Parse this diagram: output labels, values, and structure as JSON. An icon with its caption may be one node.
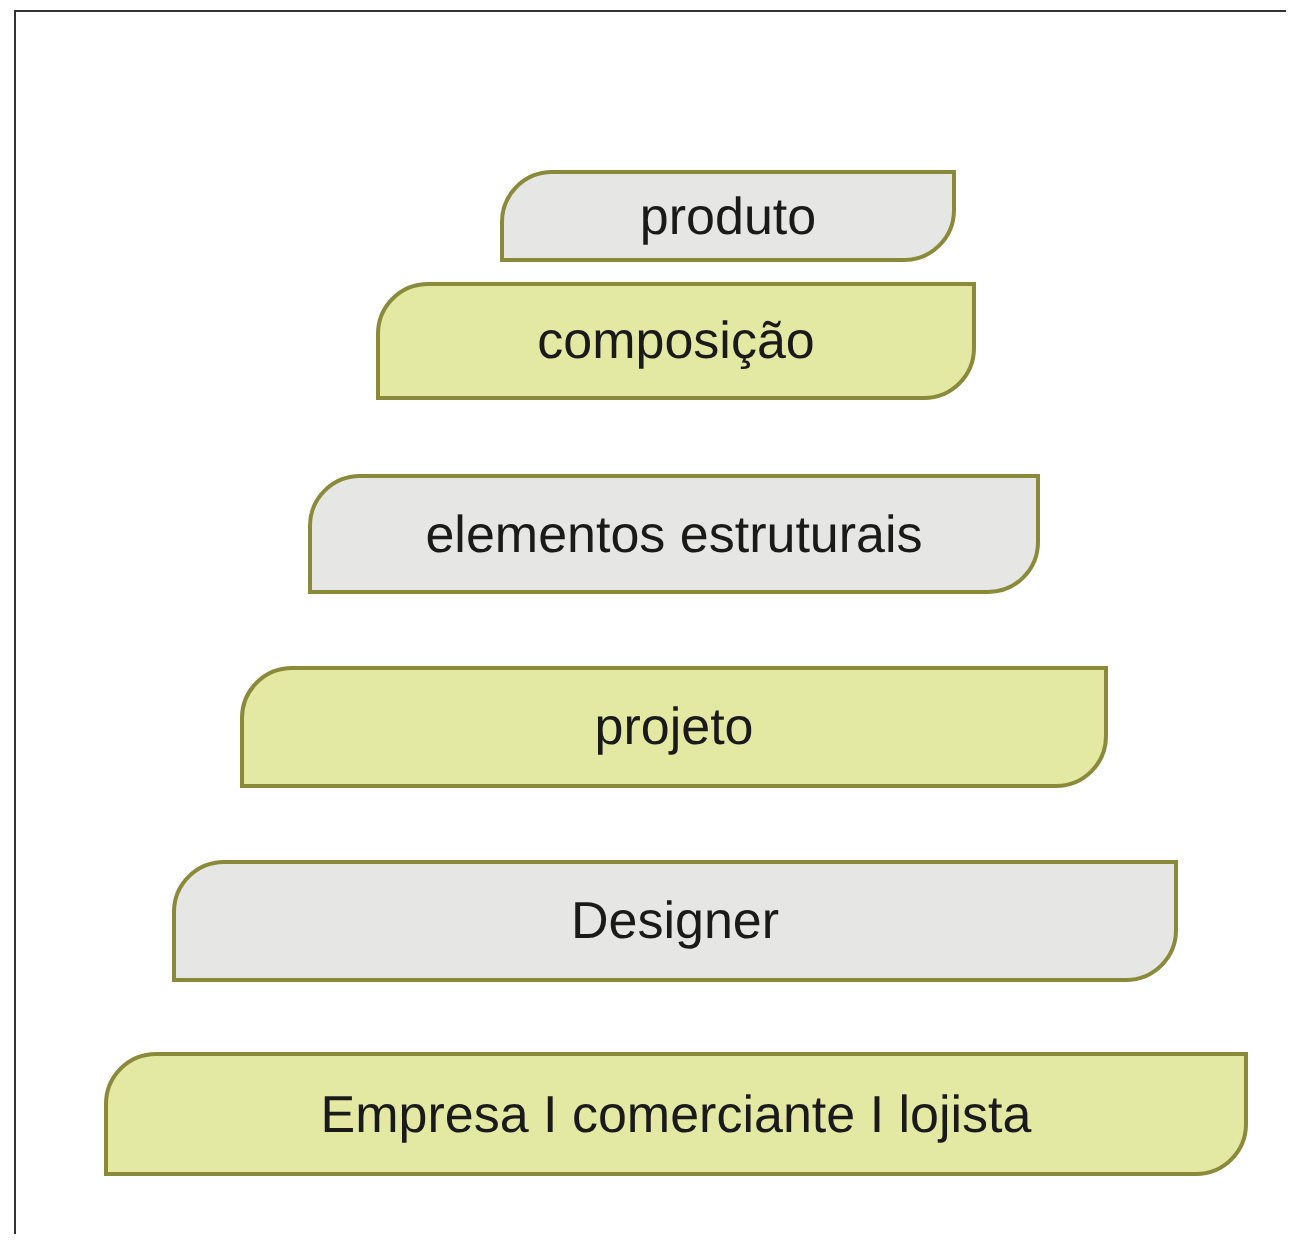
{
  "diagram": {
    "nodes": [
      {
        "text": [
          "produto"
        ]
      },
      {
        "text": [
          "composição"
        ]
      },
      {
        "text": [
          "elementos estruturais"
        ]
      },
      {
        "text": [
          "projeto"
        ]
      },
      {
        "text": [
          "Designer"
        ]
      },
      {
        "text": [
          "Empresa I comerciante I lojista"
        ]
      }
    ]
  }
}
